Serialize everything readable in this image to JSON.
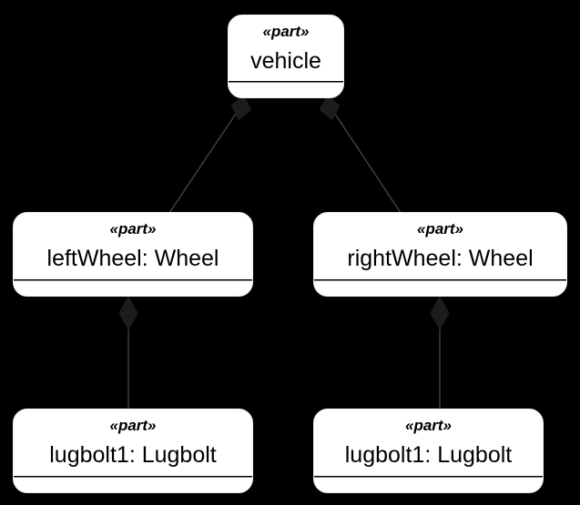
{
  "diagram": {
    "type": "sysml-part-decomposition",
    "background_color": "#000000",
    "node_fill_color": "#ffffff",
    "node_text_color": "#000000",
    "edge_color": "#3a3a3a",
    "diamond_color": "#1a1a1a",
    "nodes": [
      {
        "id": "vehicle",
        "stereotype": "«part»",
        "label": "vehicle"
      },
      {
        "id": "leftWheel",
        "stereotype": "«part»",
        "label": "leftWheel: Wheel"
      },
      {
        "id": "rightWheel",
        "stereotype": "«part»",
        "label": "rightWheel: Wheel"
      },
      {
        "id": "lugboltLeft",
        "stereotype": "«part»",
        "label": "lugbolt1: Lugbolt"
      },
      {
        "id": "lugboltRight",
        "stereotype": "«part»",
        "label": "lugbolt1: Lugbolt"
      }
    ],
    "edges": [
      {
        "id": "vehicle-leftWheel",
        "from": "vehicle",
        "to": "leftWheel",
        "kind": "composition"
      },
      {
        "id": "vehicle-rightWheel",
        "from": "vehicle",
        "to": "rightWheel",
        "kind": "composition"
      },
      {
        "id": "leftWheel-lugboltLeft",
        "from": "leftWheel",
        "to": "lugboltLeft",
        "kind": "composition"
      },
      {
        "id": "rightWheel-lugboltRight",
        "from": "rightWheel",
        "to": "lugboltRight",
        "kind": "composition"
      }
    ]
  }
}
